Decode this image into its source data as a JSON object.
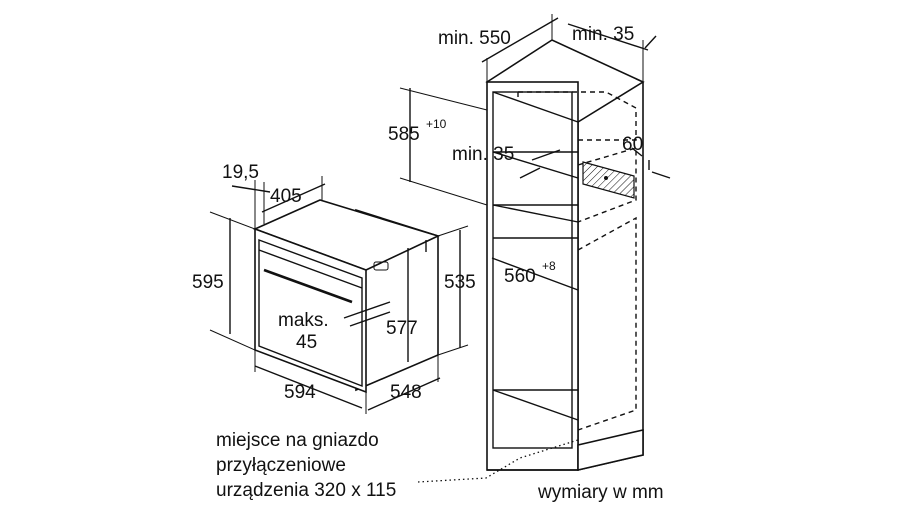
{
  "labels": {
    "cab_depth": "min. 550",
    "cab_rear_gap": "min. 35",
    "niche_height": "585",
    "niche_height_tol": "+10",
    "vent_gap": "min. 35",
    "vent_height": "60",
    "niche_width": "560",
    "niche_width_tol": "+8",
    "front_offset": "19,5",
    "top_depth": "405",
    "oven_height": "595",
    "body_height": "535",
    "door_height": "577",
    "handle_label_1": "maks.",
    "handle_label_2": "45",
    "oven_width": "594",
    "oven_depth": "548",
    "socket_note_1": "miejsce na gniazdo",
    "socket_note_2": "przyłączeniowe",
    "socket_note_3": "urządzenia 320 x 115",
    "units_note": "wymiary w mm"
  }
}
